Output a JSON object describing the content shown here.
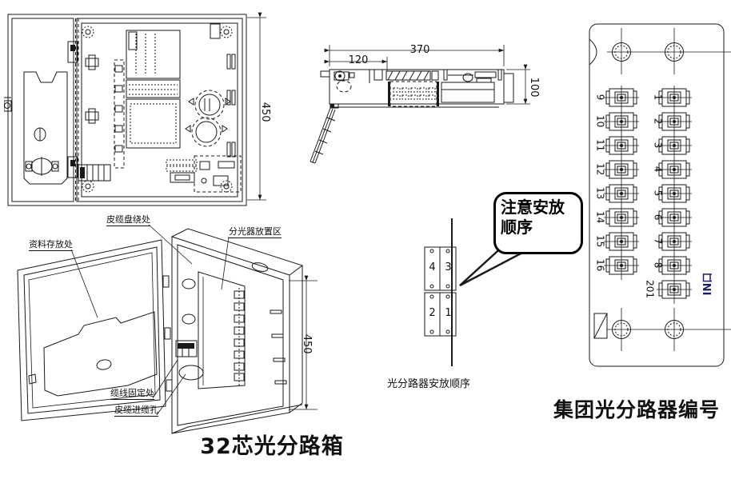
{
  "front_view": {
    "height_dim": "450"
  },
  "top_view": {
    "width_dim": "370",
    "left_section_dim": "120",
    "depth_dim": "100"
  },
  "iso_view": {
    "height_dim": "450",
    "caption": "32芯光分路箱",
    "labels": {
      "document_storage": "资料存放处",
      "cable_coiling": "皮缆盘绕处",
      "splitter_zone": "分光器放置区",
      "cable_fixing": "缆线固定处",
      "cable_entry_hole": "皮缆进缆孔"
    }
  },
  "order_diagram": {
    "callout": "注意安放顺序",
    "caption": "光分路器安放顺序",
    "cells": [
      "4",
      "3",
      "2",
      "1"
    ]
  },
  "panel": {
    "caption": "集团光分路器编号",
    "left_ports": [
      "9",
      "10",
      "11",
      "12",
      "13",
      "14",
      "15",
      "16"
    ],
    "right_ports": [
      "1",
      "2",
      "3",
      "4",
      "5",
      "6",
      "7",
      "8"
    ],
    "input_port": "201",
    "input_label": "IN口",
    "input_label_color": "#1a1a6e"
  },
  "colors": {
    "line": "#1a1a1a",
    "background": "#ffffff"
  }
}
